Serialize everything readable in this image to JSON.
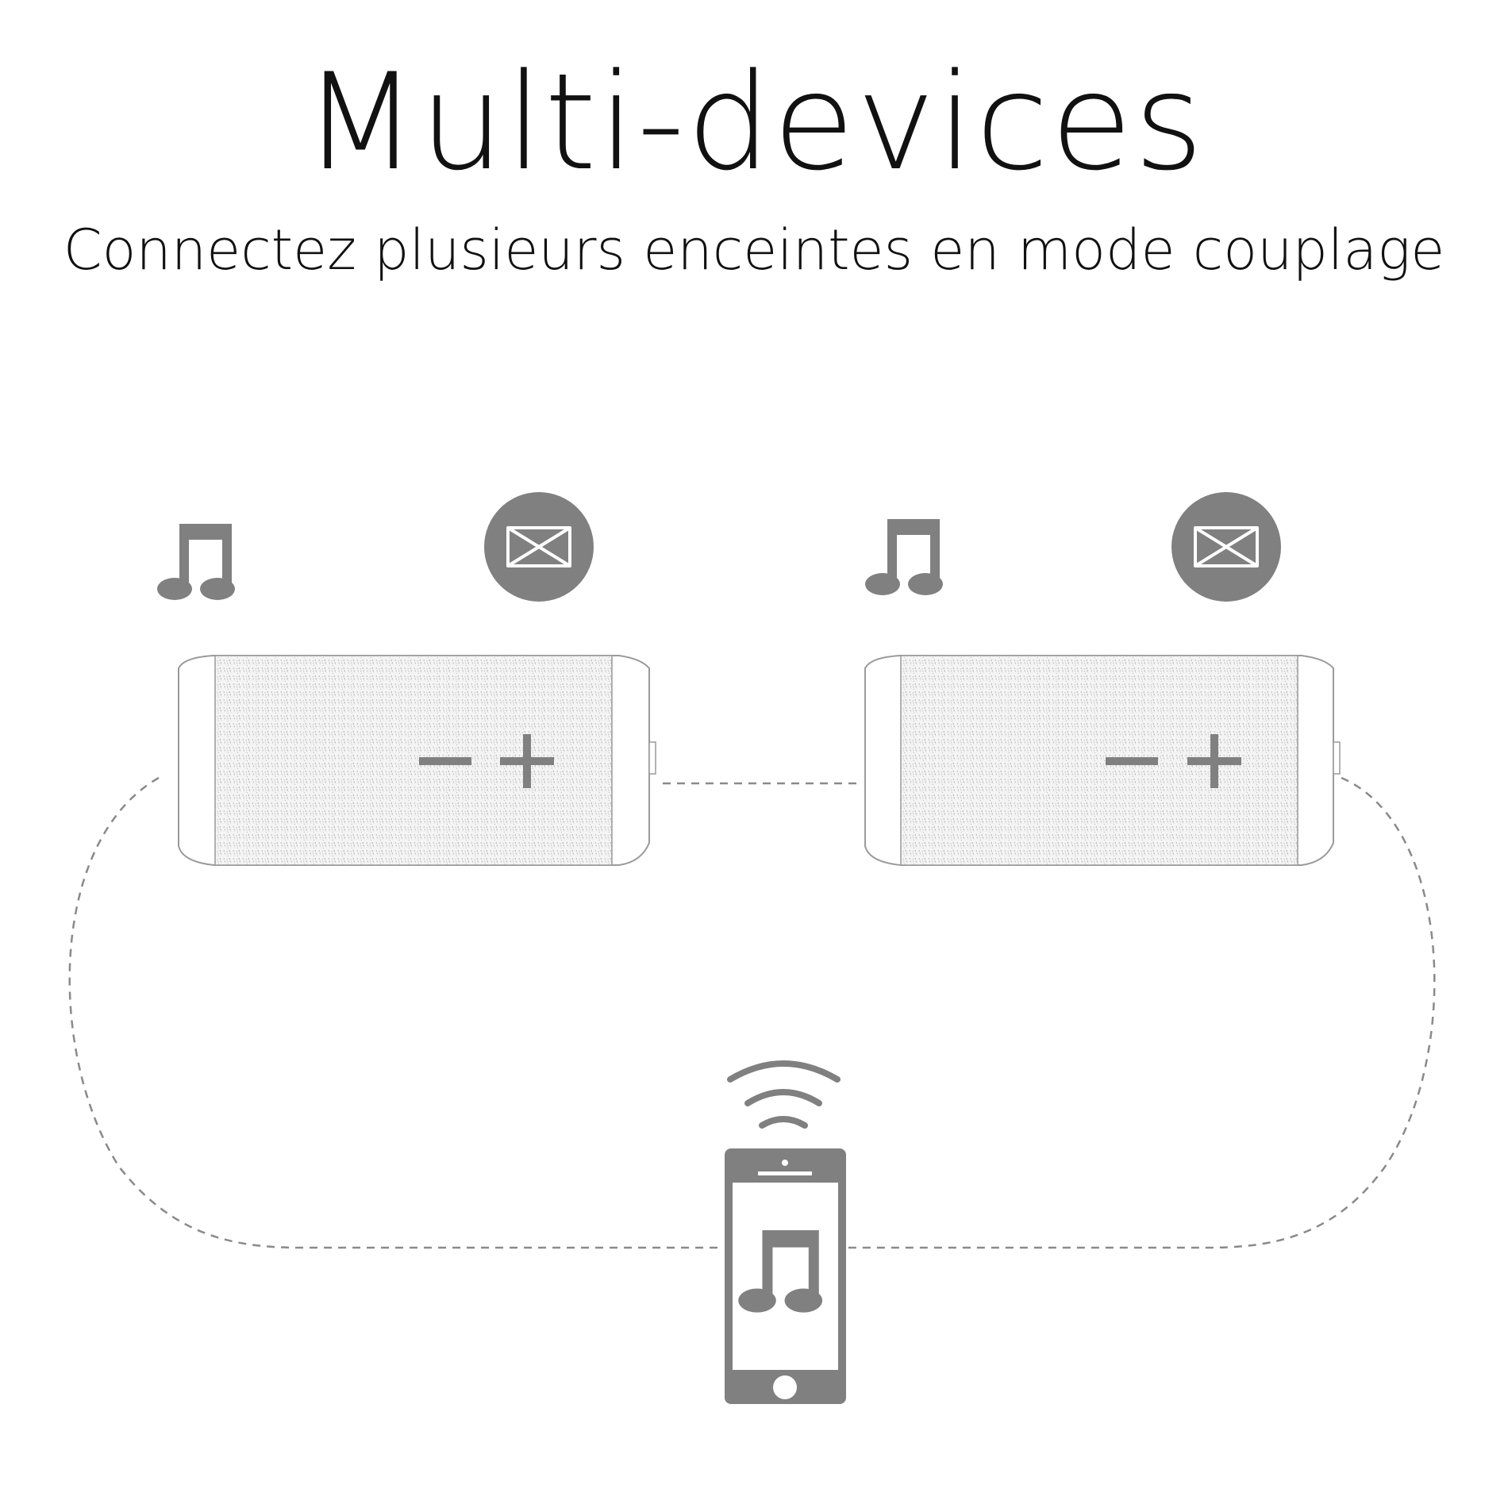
{
  "header": {
    "title": "Multi-devices",
    "subtitle": "Connectez plusieurs enceintes en mode couplage"
  },
  "colors": {
    "icon_gray": "#808080",
    "outline_gray": "#9a9a9a",
    "dash_gray": "#8a8a8a",
    "text": "#111111"
  },
  "speakers": [
    {
      "id": "left",
      "volume_down_icon": "minus-icon",
      "volume_up_icon": "plus-icon",
      "music_icon": "music-note-icon",
      "pair_icon": "bowtie-pair-icon"
    },
    {
      "id": "right",
      "volume_down_icon": "minus-icon",
      "volume_up_icon": "plus-icon",
      "music_icon": "music-note-icon",
      "pair_icon": "bowtie-pair-icon"
    }
  ],
  "phone": {
    "screen_icon": "music-note-icon",
    "signal_icon": "wireless-signal-icon"
  }
}
